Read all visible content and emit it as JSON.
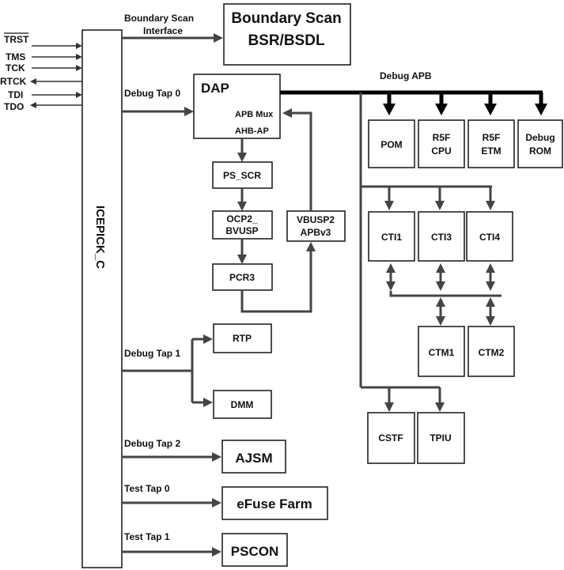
{
  "signals": {
    "trst": "TRST",
    "tms": "TMS",
    "tck": "TCK",
    "rtck": "RTCK",
    "tdi": "TDI",
    "tdo": "TDO"
  },
  "icepick": {
    "label": "ICEPICK_C"
  },
  "boundary_scan": {
    "interface_line1": "Boundary Scan",
    "interface_line2": "Interface",
    "title": "Boundary Scan",
    "subtitle": "BSR/BSDL"
  },
  "dap": {
    "title": "DAP",
    "apb_mux": "APB Mux",
    "ahb_ap": "AHB-AP",
    "tap_label": "Debug Tap 0",
    "bus_label": "Debug APB"
  },
  "chain": {
    "ps_scr": "PS_SCR",
    "ocp2_line1": "OCP2_",
    "ocp2_line2": "BVUSP",
    "pcr3": "PCR3",
    "vbusp2_line1": "VBUSP2",
    "vbusp2_line2": "APBv3"
  },
  "apb_targets": {
    "pom": "POM",
    "r5f_cpu_line1": "R5F",
    "r5f_cpu_line2": "CPU",
    "r5f_etm_line1": "R5F",
    "r5f_etm_line2": "ETM",
    "debug_rom_line1": "Debug",
    "debug_rom_line2": "ROM"
  },
  "cross_trigger": {
    "cti1": "CTI1",
    "cti3": "CTI3",
    "cti4": "CTI4",
    "ctm1": "CTM1",
    "ctm2": "CTM2"
  },
  "trace": {
    "cstf": "CSTF",
    "tpiu": "TPIU"
  },
  "tap1": {
    "label": "Debug Tap 1",
    "rtp": "RTP",
    "dmm": "DMM"
  },
  "tap2": {
    "label": "Debug Tap 2",
    "ajsm": "AJSM"
  },
  "test_tap0": {
    "label": "Test Tap 0",
    "efuse": "eFuse Farm"
  },
  "test_tap1": {
    "label": "Test Tap 1",
    "pscon": "PSCON"
  }
}
